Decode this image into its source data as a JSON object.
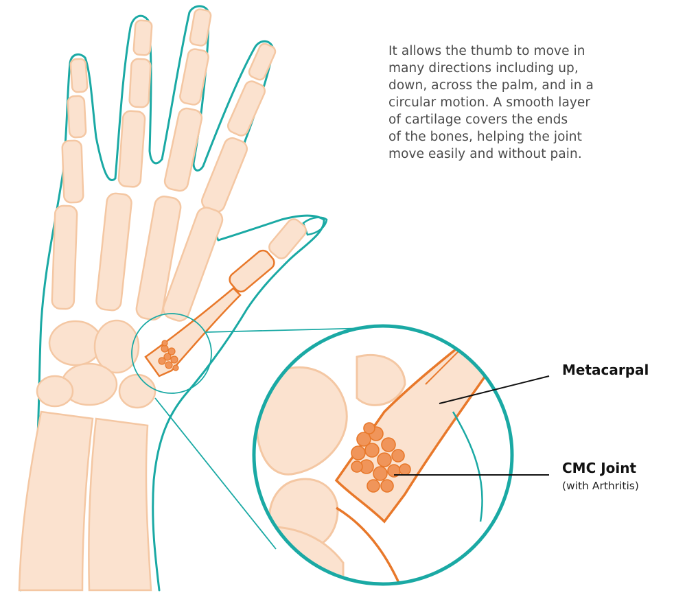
{
  "description": {
    "lines": [
      "It allows the thumb to move in",
      "many directions including up,",
      "down, across the palm, and in a",
      "circular motion. A smooth layer",
      "of cartilage covers the ends",
      "of the bones, helping the joint",
      "move easily and without pain."
    ]
  },
  "labels": {
    "metacarpal": "Metacarpal",
    "cmc_joint": "CMC Joint",
    "cmc_joint_note": "(with Arthritis)"
  },
  "colors": {
    "skin_outline": "#1aa9a4",
    "bone_fill": "#fbe2cf",
    "bone_outline": "#f4c7a3",
    "arthritis": "#e8782a",
    "leader_line": "#111111"
  }
}
